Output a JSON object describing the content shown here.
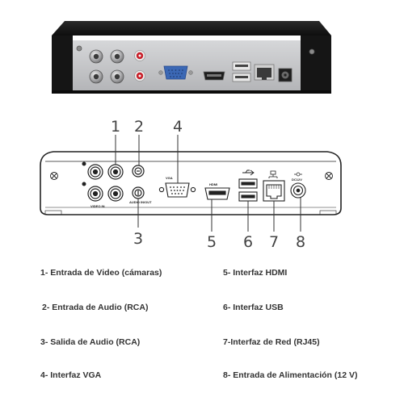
{
  "callouts": [
    {
      "number": "1"
    },
    {
      "number": "2"
    },
    {
      "number": "3"
    },
    {
      "number": "4"
    },
    {
      "number": "5"
    },
    {
      "number": "6"
    },
    {
      "number": "7"
    },
    {
      "number": "8"
    }
  ],
  "panel_labels": {
    "vga": "VGA",
    "hdmi": "HDMI",
    "video_in": "VIDEO IN",
    "audio": "AUDIO IN/OUT",
    "power": "DC12V"
  },
  "legend": [
    {
      "text": "1- Entrada de Video (cámaras)"
    },
    {
      "text": "2- Entrada de Audio (RCA)"
    },
    {
      "text": "3- Salida de Audio (RCA)"
    },
    {
      "text": "4- Interfaz VGA"
    },
    {
      "text": "5- Interfaz HDMI"
    },
    {
      "text": "6- Interfaz USB"
    },
    {
      "text": "7-Interfaz de Red (RJ45)"
    },
    {
      "text": "8- Entrada de Alimentación (12 V)"
    }
  ],
  "colors": {
    "device_body": "#1b1b1b",
    "back_panel_photo": "#c9cacc",
    "vga_blue": "#3b68b5",
    "rca_red": "#c8202a",
    "callout_text": "#444444",
    "legend_text": "#333333"
  }
}
